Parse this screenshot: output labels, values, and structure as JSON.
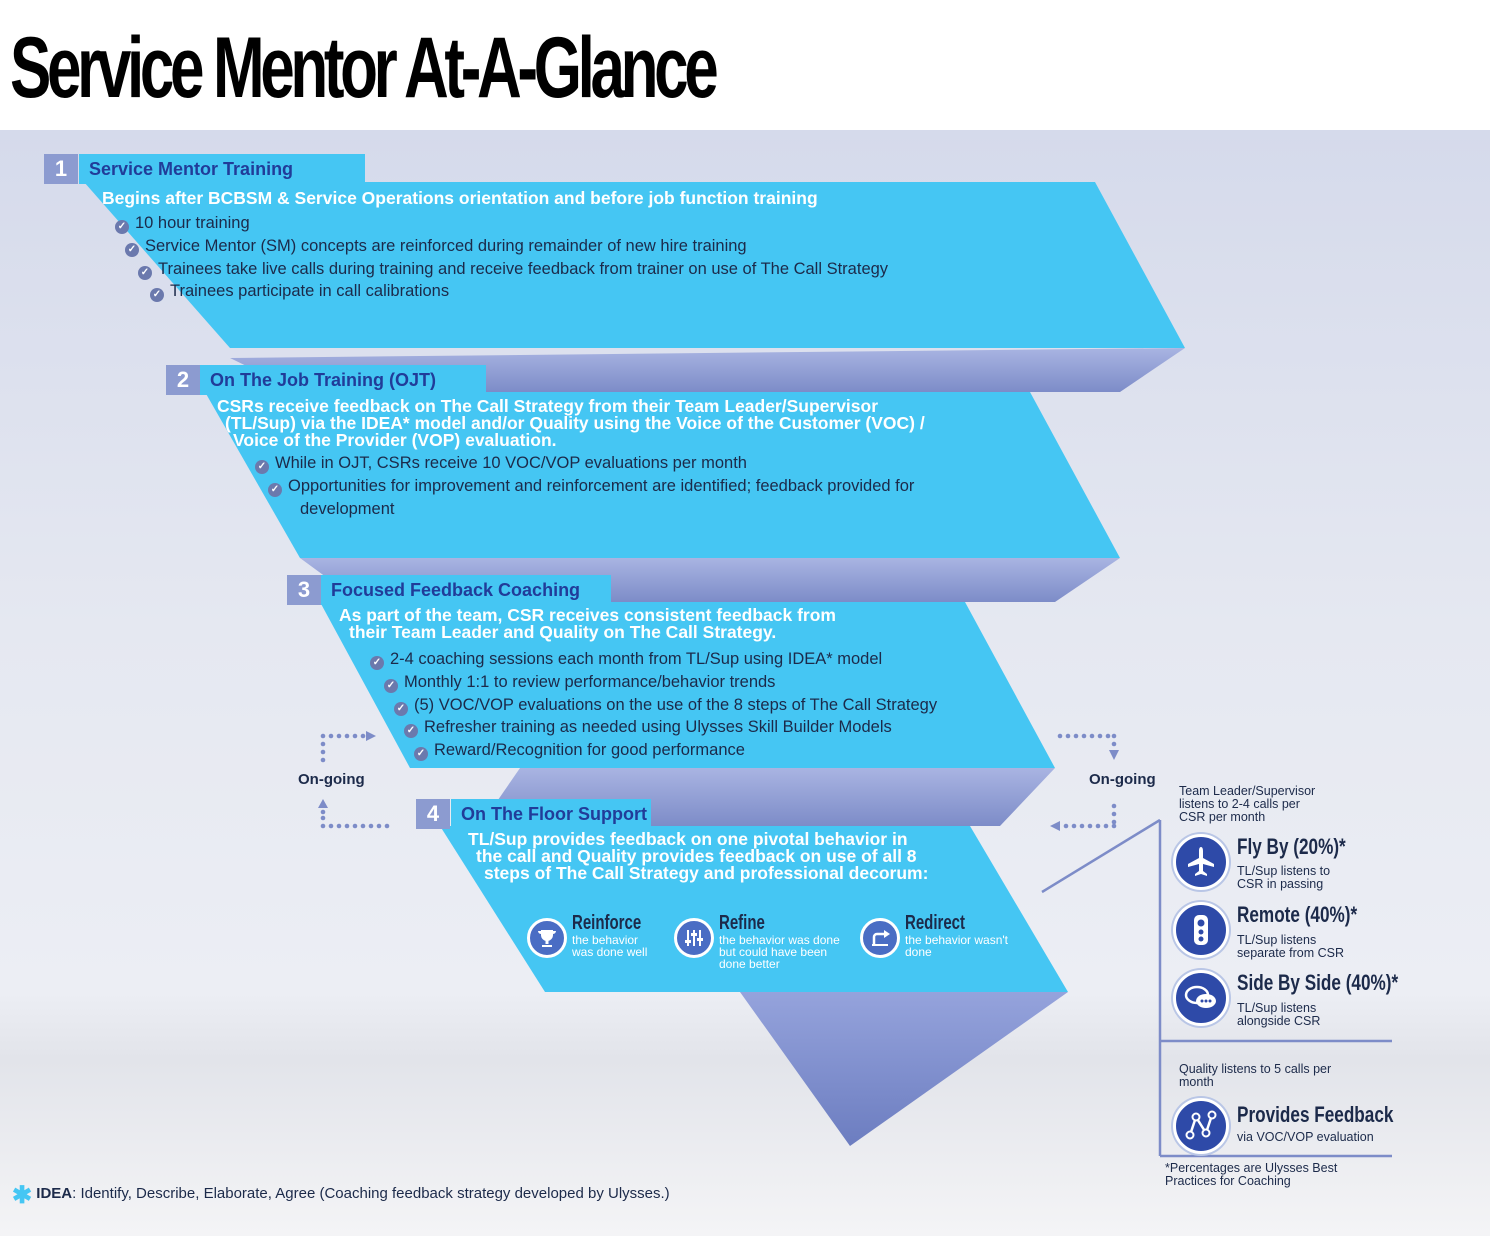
{
  "title": "Service Mentor At-A-Glance",
  "steps": [
    {
      "number": "1",
      "label": "Service Mentor Training",
      "lead": "Begins after BCBSM & Service Operations orientation and before job function training",
      "bullets": [
        "10 hour training",
        "Service Mentor (SM) concepts are reinforced during remainder of new hire training",
        "Trainees take live calls during training and receive feedback from trainer on use of The Call Strategy",
        "Trainees participate in call calibrations"
      ]
    },
    {
      "number": "2",
      "label": "On The Job Training (OJT)",
      "lead_lines": [
        "CSRs receive feedback on The Call Strategy from their Team Leader/Supervisor",
        "(TL/Sup) via the IDEA* model and/or Quality using the Voice of the Customer (VOC) /",
        "Voice of the Provider (VOP) evaluation."
      ],
      "bullets": [
        "While in OJT, CSRs receive 10 VOC/VOP evaluations per month",
        "Opportunities for improvement and reinforcement are identified; feedback provided for",
        "development"
      ]
    },
    {
      "number": "3",
      "label": "Focused Feedback Coaching",
      "lead_lines": [
        "As part of the team, CSR receives consistent feedback from",
        "their Team Leader and Quality on The Call Strategy."
      ],
      "bullets": [
        "2-4 coaching sessions each month from TL/Sup using IDEA* model",
        "Monthly 1:1 to review performance/behavior trends",
        "(5) VOC/VOP evaluations on the use of the 8 steps of The Call Strategy",
        "Refresher training as needed using Ulysses Skill Builder Models",
        "Reward/Recognition for good performance"
      ]
    },
    {
      "number": "4",
      "label": "On The Floor Support",
      "lead_lines": [
        "TL/Sup provides feedback on one pivotal behavior in",
        "the call and Quality provides feedback on use of all 8",
        "steps of The Call Strategy and professional decorum:"
      ],
      "responses": [
        {
          "title": "Reinforce",
          "sub": [
            "the behavior",
            "was done well"
          ],
          "icon": "trophy-icon"
        },
        {
          "title": "Refine",
          "sub": [
            "the behavior was done",
            "but could have been",
            "done better"
          ],
          "icon": "sliders-icon"
        },
        {
          "title": "Redirect",
          "sub": [
            "the behavior wasn't",
            "done"
          ],
          "icon": "redirect-arrow-icon"
        }
      ]
    }
  ],
  "ongoing_left": "On-going",
  "ongoing_right": "On-going",
  "sidebar": {
    "tl_intro": [
      "Team Leader/Supervisor",
      "listens to 2-4 calls per",
      "CSR per month"
    ],
    "methods": [
      {
        "title": "Fly By (20%)*",
        "sub": [
          "TL/Sup listens to",
          "CSR in passing"
        ],
        "icon": "airplane-icon"
      },
      {
        "title": "Remote (40%)*",
        "sub": [
          "TL/Sup listens",
          "separate from CSR"
        ],
        "icon": "remote-icon"
      },
      {
        "title": "Side By Side (40%)*",
        "sub": [
          "TL/Sup listens",
          "alongside CSR"
        ],
        "icon": "chat-bubbles-icon"
      }
    ],
    "quality_intro": [
      "Quality listens to 5 calls per",
      "month"
    ],
    "quality": {
      "title": "Provides Feedback",
      "sub": "via VOC/VOP evaluation",
      "icon": "network-icon"
    },
    "footnote": [
      "*Percentages are Ulysses Best",
      "Practices for Coaching"
    ]
  },
  "footer": {
    "term": "IDEA",
    "definition": ": Identify, Describe, Elaborate, Agree (Coaching feedback strategy developed by Ulysses.)",
    "icon": "asterisk-icon"
  },
  "colors": {
    "ribbon": "#45c6f3",
    "fold": "#8896cc",
    "number_box": "#8c9bd0",
    "label_text": "#213c99",
    "icon_dark": "#2e4aa8"
  }
}
